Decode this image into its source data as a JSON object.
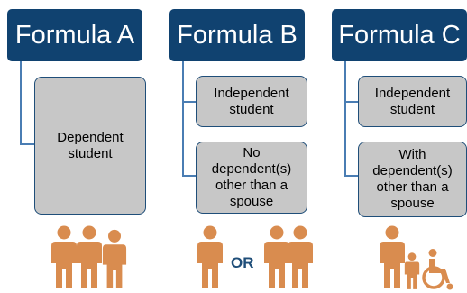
{
  "columns": [
    {
      "title": "Formula A",
      "boxes": [
        "Dependent\nstudent"
      ]
    },
    {
      "title": "Formula B",
      "boxes": [
        "Independent\nstudent",
        "No\ndependent(s)\nother than a\nspouse"
      ]
    },
    {
      "title": "Formula C",
      "boxes": [
        "Independent\nstudent",
        "With\ndependent(s)\nother than a\nspouse"
      ]
    }
  ],
  "connector_word": "OR",
  "icons": {
    "a": [
      "adult-icon",
      "adult-icon",
      "adult-icon"
    ],
    "b": [
      "adult-icon",
      "adult-icon",
      "adult-icon"
    ],
    "c": [
      "adult-icon",
      "child-icon",
      "wheelchair-icon"
    ]
  },
  "colors": {
    "header": "#104270",
    "box": "#c7c7c7",
    "connector": "#4a7db3",
    "people": "#d98c4f"
  }
}
